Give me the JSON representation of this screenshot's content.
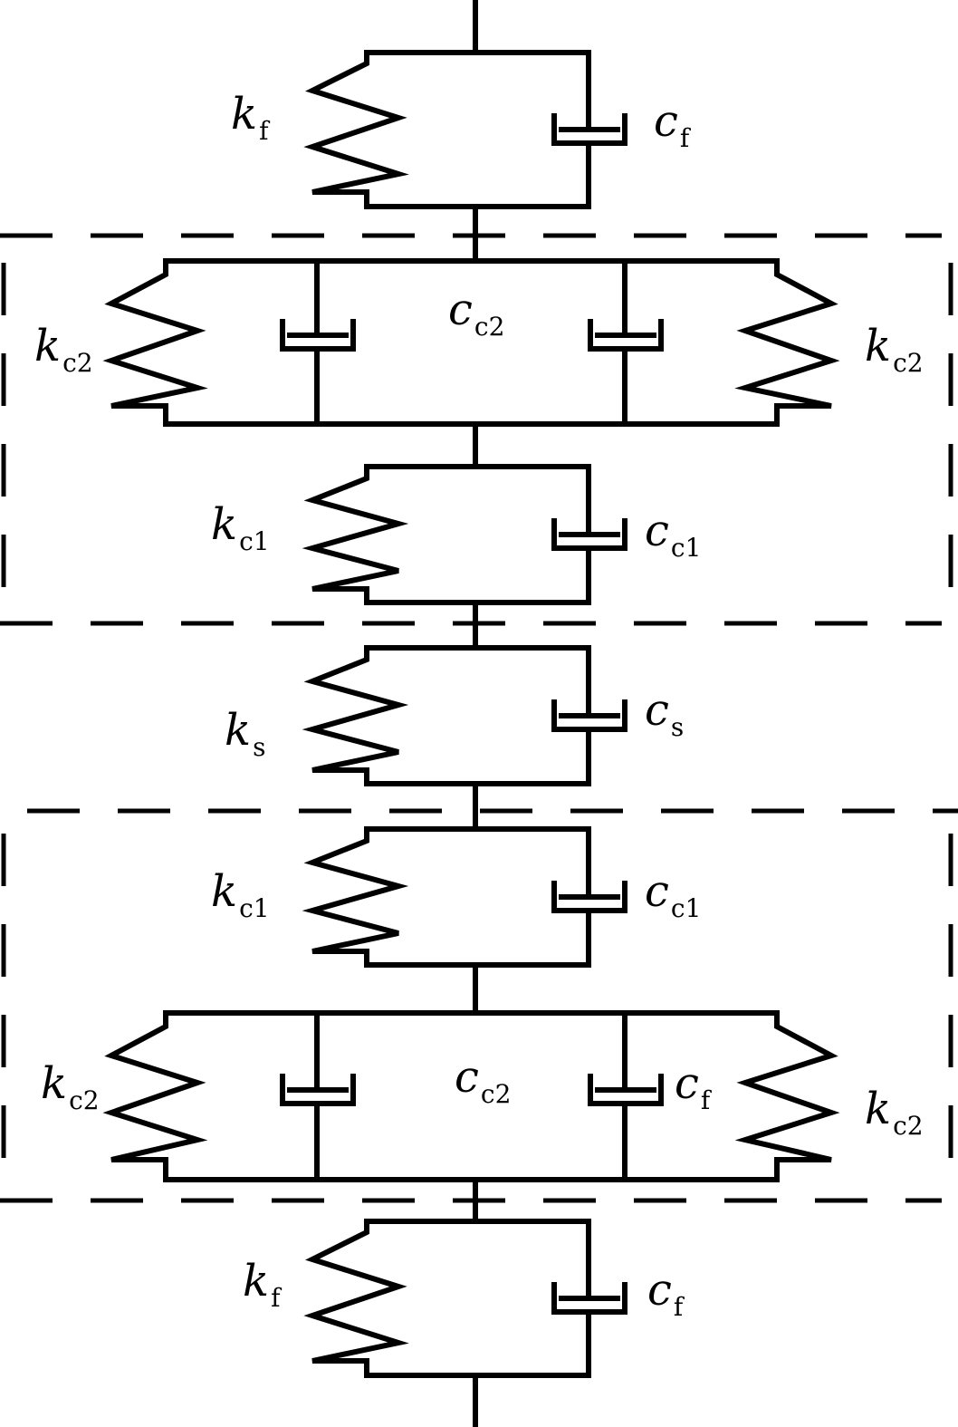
{
  "labels": {
    "top_kf": {
      "main": "k",
      "sub": "f"
    },
    "top_cf": {
      "main": "c",
      "sub": "f"
    },
    "u_kc2_l": {
      "main": "k",
      "sub": "c2"
    },
    "u_cc2": {
      "main": "c",
      "sub": "c2"
    },
    "u_kc2_r": {
      "main": "k",
      "sub": "c2"
    },
    "u_kc1": {
      "main": "k",
      "sub": "c1"
    },
    "u_cc1": {
      "main": "c",
      "sub": "c1"
    },
    "mid_ks": {
      "main": "k",
      "sub": "s"
    },
    "mid_cs": {
      "main": "c",
      "sub": "s"
    },
    "l_kc1": {
      "main": "k",
      "sub": "c1"
    },
    "l_cc1": {
      "main": "c",
      "sub": "c1"
    },
    "l_kc2_l": {
      "main": "k",
      "sub": "c2"
    },
    "l_cc2": {
      "main": "c",
      "sub": "c2"
    },
    "l_cf": {
      "main": "c",
      "sub": "f"
    },
    "l_kc2_r": {
      "main": "k",
      "sub": "c2"
    },
    "bot_kf": {
      "main": "k",
      "sub": "f"
    },
    "bot_cf": {
      "main": "c",
      "sub": "f"
    }
  }
}
